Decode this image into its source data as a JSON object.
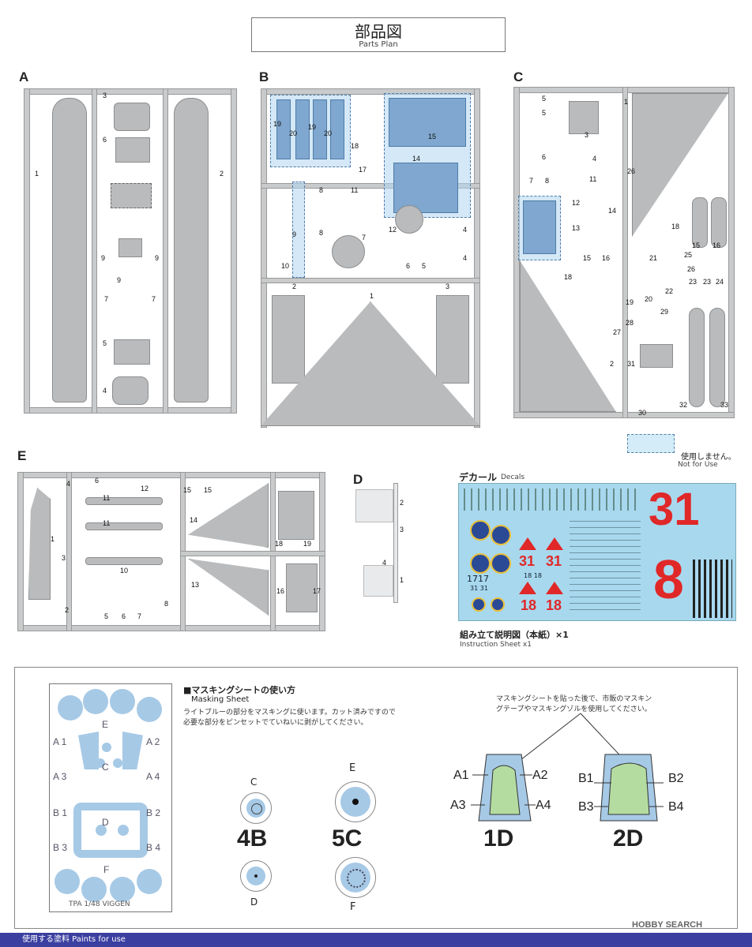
{
  "header": {
    "title_jp": "部品図",
    "title_en": "Parts Plan"
  },
  "sections": {
    "a": "A",
    "b": "B",
    "c": "C",
    "d": "D",
    "e": "E"
  },
  "legend": {
    "jp": "使用しません。",
    "en": "Not for Use"
  },
  "decals": {
    "title_jp": "デカール",
    "title_en": "Decals",
    "code_a": "1717",
    "code_b": "31 31",
    "code_c": "18 18",
    "big_a": "31",
    "big_b": "8",
    "small_31": "31",
    "small_18": "18"
  },
  "instruction": {
    "jp": "組み立て説明図（本紙）×1",
    "en": "Instruction Sheet x1"
  },
  "masking": {
    "title_jp": "■マスキングシートの使い方",
    "title_en": "Masking Sheet",
    "desc_jp": "ライトブルーの部分をマスキングに使います。カット済みですので必要な部分をピンセットでていねいに剥がしてください。",
    "note_jp": "マスキングシートを貼った後で、市販のマスキングテープやマスキングゾルを使用してください。",
    "sheet_caption": "TPA 1/48 VIGGEN",
    "sheet_labels": [
      "E",
      "A 1",
      "A 2",
      "C",
      "A 3",
      "A 4",
      "B 1",
      "B 2",
      "D",
      "B 3",
      "B 4",
      "F"
    ],
    "lens_c": "C",
    "lens_d": "D",
    "lens_e": "E",
    "lens_f": "F",
    "part_4b": "4B",
    "part_5c": "5C",
    "part_1d": "1D",
    "part_2d": "2D",
    "canopy_labels": [
      "A1",
      "A2",
      "A3",
      "A4",
      "B1",
      "B2",
      "B3",
      "B4"
    ]
  },
  "footer": {
    "paints": "使用する塗料 Paints for use"
  },
  "watermark": "HOBBY SEARCH",
  "colors": {
    "clear_part": "#7fa7cf",
    "sprue": "#c8cacb",
    "decal_bg": "#a8d8ee",
    "mask_blue": "#a6c9e6",
    "footer_bar": "#3b3fa0"
  }
}
